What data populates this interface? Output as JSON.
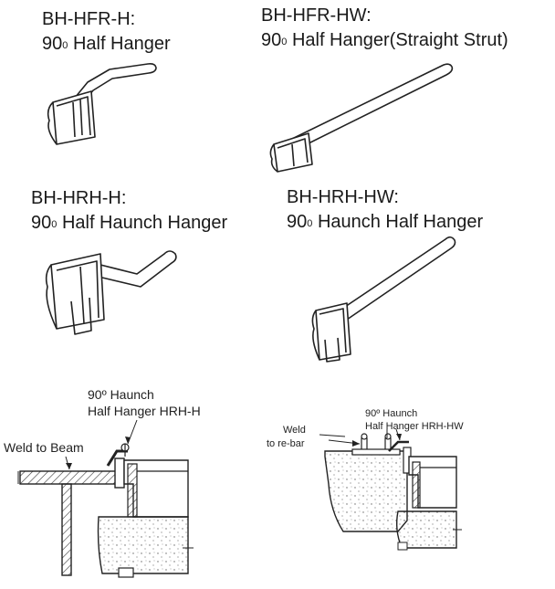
{
  "products": [
    {
      "code": "BH-HFR-H:",
      "angle": "90",
      "degree": "0",
      "desc": "Half Hanger"
    },
    {
      "code": "BH-HFR-HW:",
      "angle": "90",
      "degree": "0",
      "desc": "Half Hanger(Straight Strut)"
    },
    {
      "code": "BH-HRH-H:",
      "angle": "90",
      "degree": "0",
      "desc": "Half Haunch Hanger"
    },
    {
      "code": "BH-HRH-HW:",
      "angle": "90",
      "degree": "0",
      "desc": "Haunch Half Hanger"
    }
  ],
  "install_left": {
    "callout_line1": "90º Haunch",
    "callout_line2": "Half Hanger HRH-H",
    "weld_note": "Weld to Beam"
  },
  "install_right": {
    "callout_line1": "90º Haunch",
    "callout_line2": "Half Hanger HRH-HW",
    "weld_line1": "Weld",
    "weld_line2": "to re-bar"
  }
}
